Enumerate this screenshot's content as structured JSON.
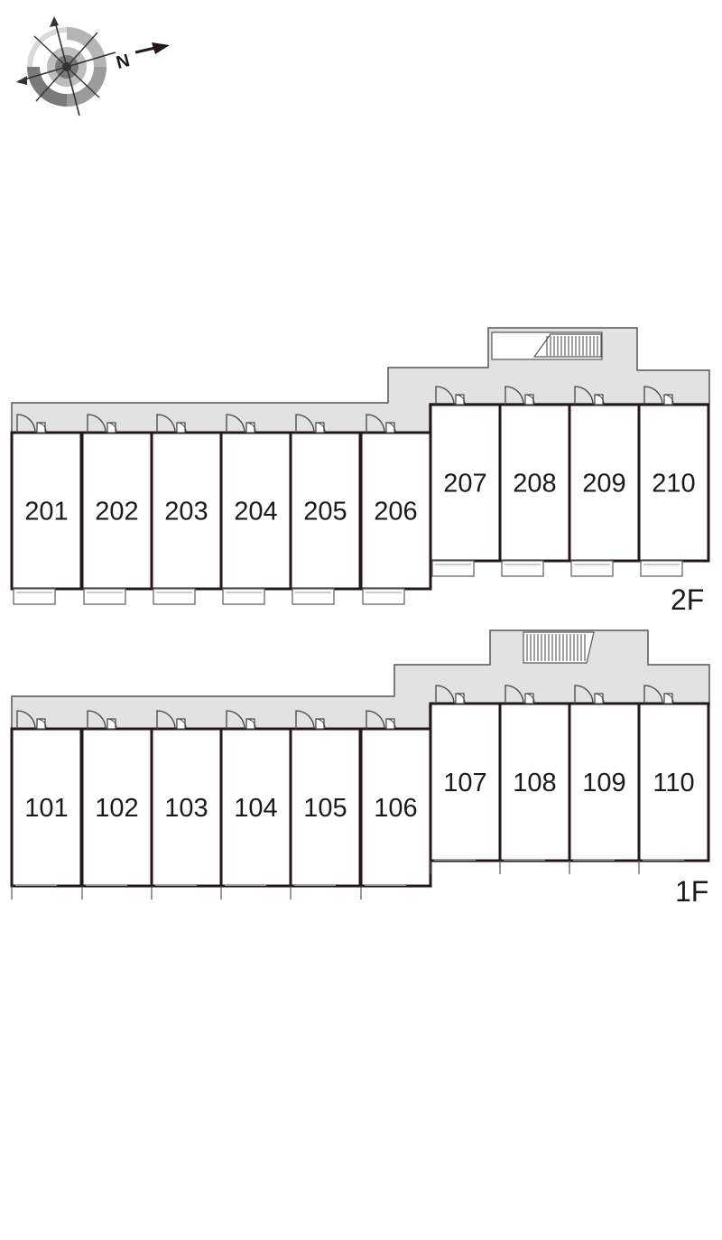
{
  "compass": {
    "icon": "compass-rose-icon",
    "north_label": "N"
  },
  "colors": {
    "corridor": "#e2e2e2",
    "wall": "#231815",
    "unit_fill": "#ffffff",
    "balcony": "#888888"
  },
  "floors": [
    {
      "label": "2F",
      "units": [
        "201",
        "202",
        "203",
        "204",
        "205",
        "206",
        "207",
        "208",
        "209",
        "210"
      ],
      "stair_icon": "staircase-icon"
    },
    {
      "label": "1F",
      "units": [
        "101",
        "102",
        "103",
        "104",
        "105",
        "106",
        "107",
        "108",
        "109",
        "110"
      ],
      "stair_icon": "staircase-icon"
    }
  ]
}
